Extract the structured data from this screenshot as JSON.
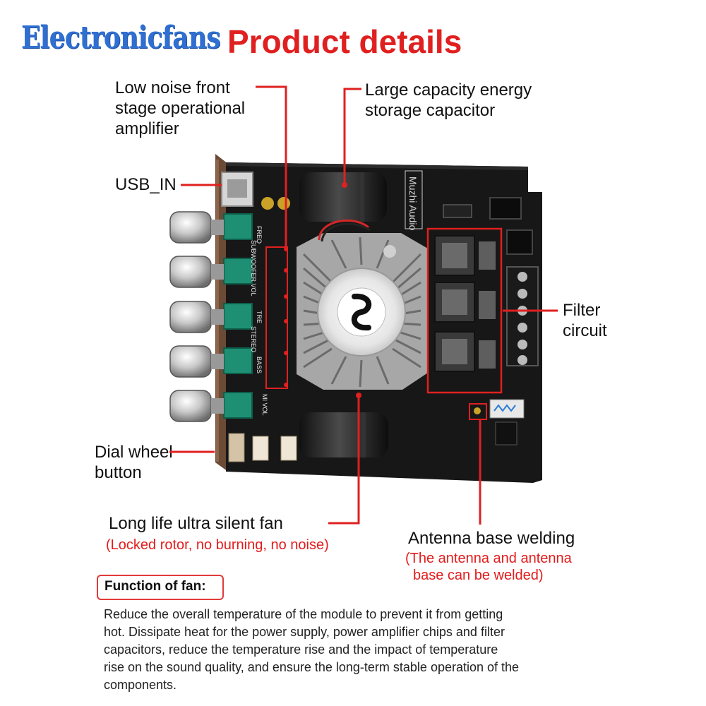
{
  "brand": "Electronicfans",
  "title": "Product details",
  "labels": {
    "op_amp": [
      "Low noise front",
      "stage operational",
      "amplifier"
    ],
    "capacitor": [
      "Large capacity energy",
      "storage capacitor"
    ],
    "usb_in": "USB_IN",
    "filter": [
      "Filter",
      "circuit"
    ],
    "dial": [
      "Dial wheel",
      "button"
    ],
    "fan": "Long life ultra silent fan",
    "fan_sub": "(Locked rotor, no burning, no noise)",
    "antenna": "Antenna base welding",
    "antenna_sub": [
      "(The antenna and antenna",
      "base can be welded)"
    ]
  },
  "board": {
    "silk_brand": "Muzhi Audio",
    "knob_labels": [
      "FREQ",
      "SUBWOOFER VOL",
      "TRE",
      "STEREO",
      "BASS",
      "MI VOL"
    ]
  },
  "function_of_fan": {
    "heading": "Function of fan:",
    "lines": [
      "Reduce the overall temperature of the module to prevent it from getting",
      "hot. Dissipate heat for the power supply, power amplifier chips and filter",
      "capacitors, reduce the temperature rise and the impact of temperature",
      "rise on the sound quality, and ensure the long-term stable operation of the",
      "components."
    ]
  },
  "colors": {
    "accent": "#e02020",
    "brand": "#2f6fd1",
    "board": "#161616",
    "panel": "#6b4a36"
  }
}
